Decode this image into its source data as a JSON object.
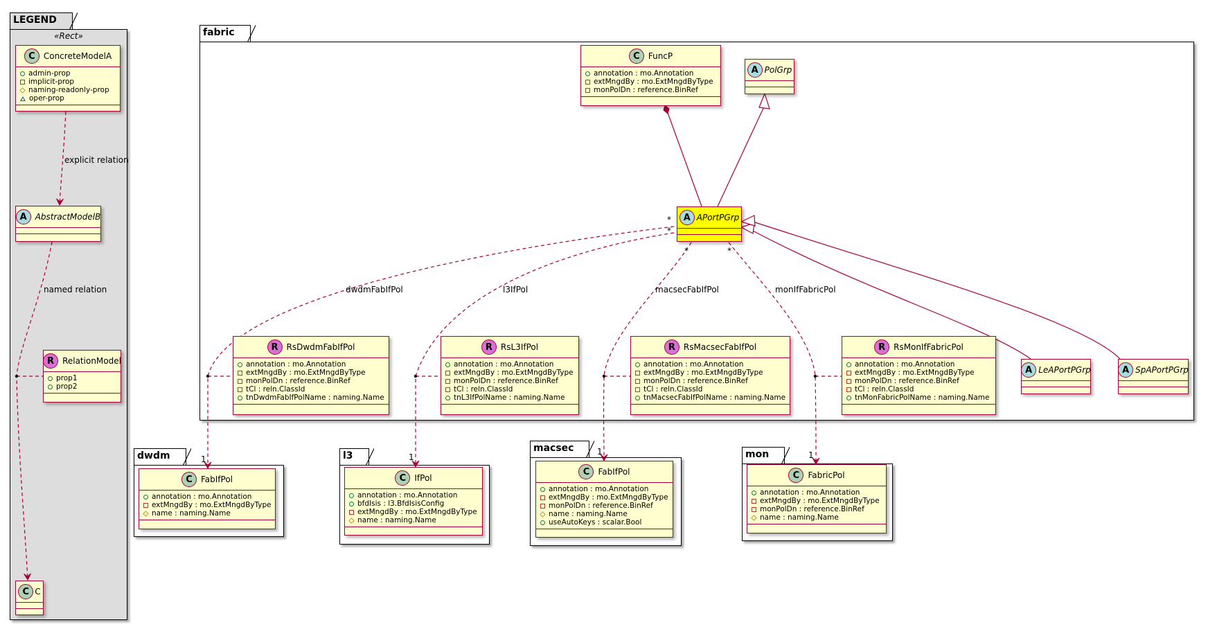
{
  "legend": {
    "title": "LEGEND",
    "stereotype": "«Rect»",
    "concrete": {
      "badge": "C",
      "name": "ConcreteModelA",
      "attributes": [
        {
          "visibility": "public",
          "text": "admin-prop"
        },
        {
          "visibility": "private",
          "text": "implicit-prop"
        },
        {
          "visibility": "protected",
          "text": "naming-readonly-prop"
        },
        {
          "visibility": "package",
          "text": "oper-prop"
        }
      ]
    },
    "abstract": {
      "badge": "A",
      "name": "AbstractModelB"
    },
    "relation": {
      "badge": "R",
      "name": "RelationModel",
      "attributes": [
        {
          "visibility": "public",
          "text": "prop1"
        },
        {
          "visibility": "public",
          "text": "prop2"
        }
      ]
    },
    "target": {
      "badge": "C",
      "name": "C"
    },
    "edge_labels": {
      "explicit": "explicit relation",
      "named": "named relation"
    }
  },
  "fabric": {
    "title": "fabric",
    "funcp": {
      "badge": "C",
      "name": "FuncP",
      "attributes": [
        {
          "visibility": "public",
          "text": "annotation : mo.Annotation"
        },
        {
          "visibility": "private",
          "text": "extMngdBy : mo.ExtMngdByType"
        },
        {
          "visibility": "private",
          "text": "monPolDn : reference.BinRef"
        }
      ]
    },
    "polgrp": {
      "badge": "A",
      "name": "PolGrp"
    },
    "aportpgrp": {
      "badge": "A",
      "name": "APortPGrp"
    },
    "leaportpgrp": {
      "badge": "A",
      "name": "LeAPortPGrp"
    },
    "spaportpgrp": {
      "badge": "A",
      "name": "SpAPortPGrp"
    },
    "relations": [
      {
        "badge": "R",
        "name": "RsDwdmFabIfPol",
        "edge_label": "dwdmFabIfPol",
        "attributes": [
          {
            "visibility": "public",
            "text": "annotation : mo.Annotation"
          },
          {
            "visibility": "private",
            "text": "extMngdBy : mo.ExtMngdByType"
          },
          {
            "visibility": "private",
            "text": "monPolDn : reference.BinRef"
          },
          {
            "visibility": "private",
            "text": "tCl : reln.ClassId"
          },
          {
            "visibility": "public",
            "text": "tnDwdmFabIfPolName : naming.Name"
          }
        ]
      },
      {
        "badge": "R",
        "name": "RsL3IfPol",
        "edge_label": "l3IfPol",
        "attributes": [
          {
            "visibility": "public",
            "text": "annotation : mo.Annotation"
          },
          {
            "visibility": "private",
            "text": "extMngdBy : mo.ExtMngdByType"
          },
          {
            "visibility": "private",
            "text": "monPolDn : reference.BinRef"
          },
          {
            "visibility": "private",
            "text": "tCl : reln.ClassId"
          },
          {
            "visibility": "public",
            "text": "tnL3IfPolName : naming.Name"
          }
        ]
      },
      {
        "badge": "R",
        "name": "RsMacsecFabIfPol",
        "edge_label": "macsecFabIfPol",
        "attributes": [
          {
            "visibility": "public",
            "text": "annotation : mo.Annotation"
          },
          {
            "visibility": "private",
            "text": "extMngdBy : mo.ExtMngdByType"
          },
          {
            "visibility": "private",
            "text": "monPolDn : reference.BinRef"
          },
          {
            "visibility": "private",
            "text": "tCl : reln.ClassId"
          },
          {
            "visibility": "public",
            "text": "tnMacsecFabIfPolName : naming.Name"
          }
        ]
      },
      {
        "badge": "R",
        "name": "RsMonIfFabricPol",
        "edge_label": "monIfFabricPol",
        "attributes": [
          {
            "visibility": "public",
            "text": "annotation : mo.Annotation"
          },
          {
            "visibility": "private",
            "text": "extMngdBy : mo.ExtMngdByType"
          },
          {
            "visibility": "private",
            "text": "monPolDn : reference.BinRef"
          },
          {
            "visibility": "private",
            "text": "tCl : reln.ClassId"
          },
          {
            "visibility": "public",
            "text": "tnMonFabricPolName : naming.Name"
          }
        ]
      }
    ],
    "multiplicity_source": "*",
    "multiplicity_target": "1"
  },
  "packages": [
    {
      "title": "dwdm",
      "cls": {
        "badge": "C",
        "name": "FabIfPol",
        "attributes": [
          {
            "visibility": "public",
            "text": "annotation : mo.Annotation"
          },
          {
            "visibility": "private",
            "text": "extMngdBy : mo.ExtMngdByType"
          },
          {
            "visibility": "protected",
            "text": "name : naming.Name"
          }
        ]
      }
    },
    {
      "title": "l3",
      "cls": {
        "badge": "C",
        "name": "IfPol",
        "attributes": [
          {
            "visibility": "public",
            "text": "annotation : mo.Annotation"
          },
          {
            "visibility": "public",
            "text": "bfdIsis : l3.BfdIsisConfig"
          },
          {
            "visibility": "private",
            "text": "extMngdBy : mo.ExtMngdByType"
          },
          {
            "visibility": "protected",
            "text": "name : naming.Name"
          }
        ]
      }
    },
    {
      "title": "macsec",
      "cls": {
        "badge": "C",
        "name": "FabIfPol",
        "attributes": [
          {
            "visibility": "public",
            "text": "annotation : mo.Annotation"
          },
          {
            "visibility": "private",
            "text": "extMngdBy : mo.ExtMngdByType"
          },
          {
            "visibility": "private",
            "text": "monPolDn : reference.BinRef"
          },
          {
            "visibility": "protected",
            "text": "name : naming.Name"
          },
          {
            "visibility": "public",
            "text": "useAutoKeys : scalar.Bool"
          }
        ]
      }
    },
    {
      "title": "mon",
      "cls": {
        "badge": "C",
        "name": "FabricPol",
        "attributes": [
          {
            "visibility": "public",
            "text": "annotation : mo.Annotation"
          },
          {
            "visibility": "private",
            "text": "extMngdBy : mo.ExtMngdByType"
          },
          {
            "visibility": "private",
            "text": "monPolDn : reference.BinRef"
          },
          {
            "visibility": "protected",
            "text": "name : naming.Name"
          }
        ]
      }
    }
  ],
  "colors": {
    "class_fill": "#fefece",
    "class_border": "#a80036",
    "highlight_fill": "#ffff00",
    "legend_fill": "#dddddd",
    "badge_class": "#add1b2",
    "badge_abstract": "#a9dcdf",
    "badge_relation": "#da70d6"
  }
}
